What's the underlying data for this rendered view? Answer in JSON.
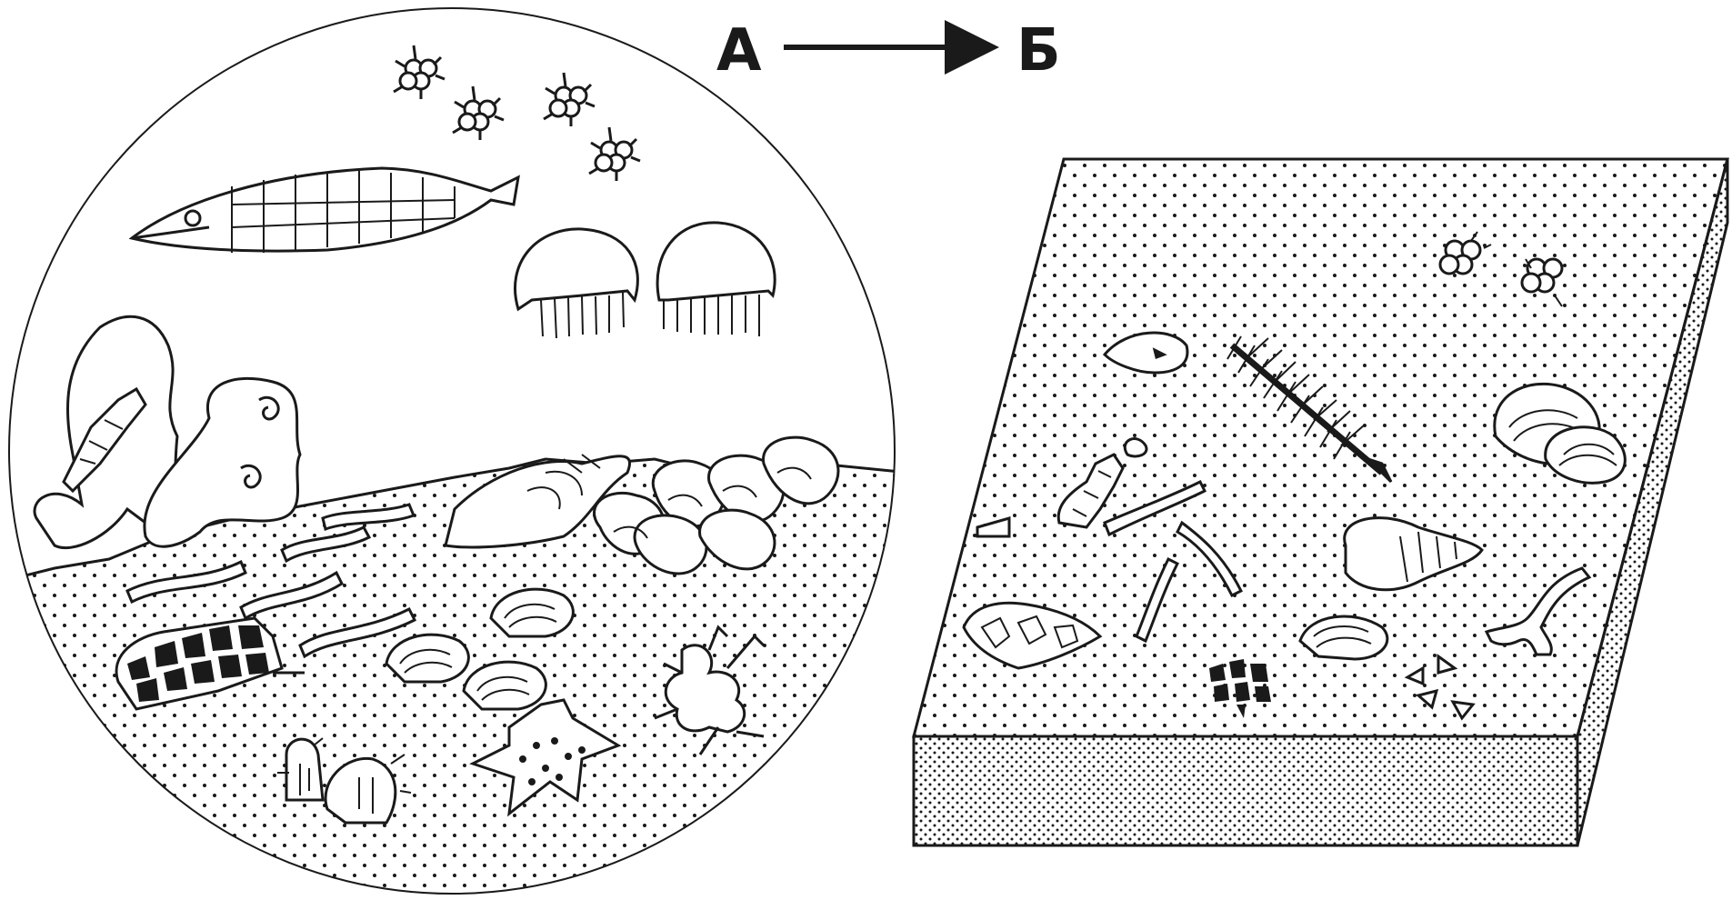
{
  "labels": {
    "a": "А",
    "b": "Б"
  },
  "scene_a": {
    "organisms": [
      "fish",
      "radiolarians",
      "jellyfish",
      "corals",
      "gastropods",
      "worms",
      "bivalves",
      "starfish",
      "crinoid",
      "sponge",
      "bryozoan",
      "crustacean"
    ]
  },
  "slab_b": {
    "fossils": [
      "fish-skeleton",
      "radiolarian-traces",
      "bivalve-shells",
      "gastropod-shell",
      "worm-burrows",
      "bryozoan",
      "triangular-fragments",
      "crinoid-stems",
      "coral-fragment"
    ]
  },
  "colors": {
    "ink": "#1a1a1a",
    "paper": "#ffffff"
  }
}
